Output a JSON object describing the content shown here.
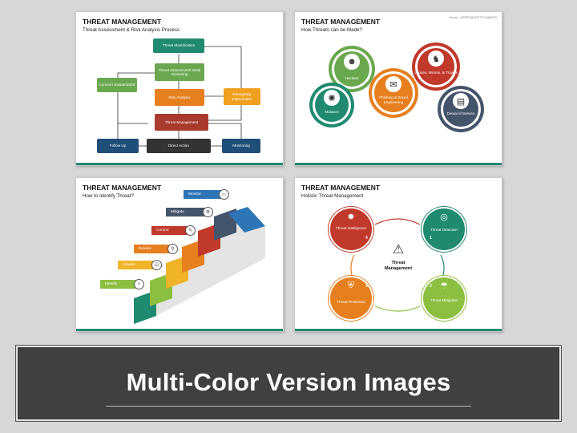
{
  "slide1": {
    "title": "THREAT MANAGEMENT",
    "subtitle": "Threat Assessment & Risk Analysis Process",
    "boxes": {
      "identification": "Threat Identification",
      "assessment": "Threat Assessment/ Initial Screening",
      "concern": "Concern Unwarranted",
      "risk": "Risk Analysis",
      "emergency": "Emergency Intervention",
      "management": "Threat Management",
      "followup": "Follow Up",
      "direct": "Direct Action",
      "monitoring": "Monitoring"
    },
    "colors": {
      "teal": "#1f8a70",
      "green": "#6aa84f",
      "orange": "#e6801f",
      "red": "#a93a2e",
      "navy": "#1f4e79",
      "dark": "#333333"
    }
  },
  "slide2": {
    "title": "THREAT MANAGEMENT",
    "subtitle": "How Threats can be Made?",
    "source": "Source : ARFPSAM/GETTY IMAGES",
    "gears": {
      "hackers": "Hackers",
      "viruses": "Viruses, Worms, & Trojans",
      "malware": "Malware",
      "phishing": "Phishing & Social Engineering",
      "dos": "Denial of Service"
    },
    "icons": [
      "hacker-icon",
      "trojan-horse-icon",
      "bug-icon",
      "fishing-hook-icon",
      "server-icon"
    ]
  },
  "slide3": {
    "title": "THREAT MANAGEMENT",
    "subtitle": "How to Identify Threat?",
    "steps": [
      "Monitor",
      "Mitigate",
      "Control",
      "Review",
      "Assess",
      "Identify"
    ],
    "step_colors": [
      "#2e75b6",
      "#44546a",
      "#c0392b",
      "#e6801f",
      "#f0b429",
      "#8cbf3f",
      "#1f8a70"
    ]
  },
  "slide4": {
    "title": "THREAT MANAGEMENT",
    "subtitle": "Holistic Threat Management",
    "center": "Threat Management",
    "items": {
      "intelligence": "Threat Intelligence",
      "detection": "Threat Detection",
      "mitigation": "Threat Mitigation",
      "protection": "Threat Protection"
    },
    "numbers": [
      "1",
      "2",
      "3",
      "4"
    ]
  },
  "banner": {
    "text": "Multi-Color Version Images"
  }
}
